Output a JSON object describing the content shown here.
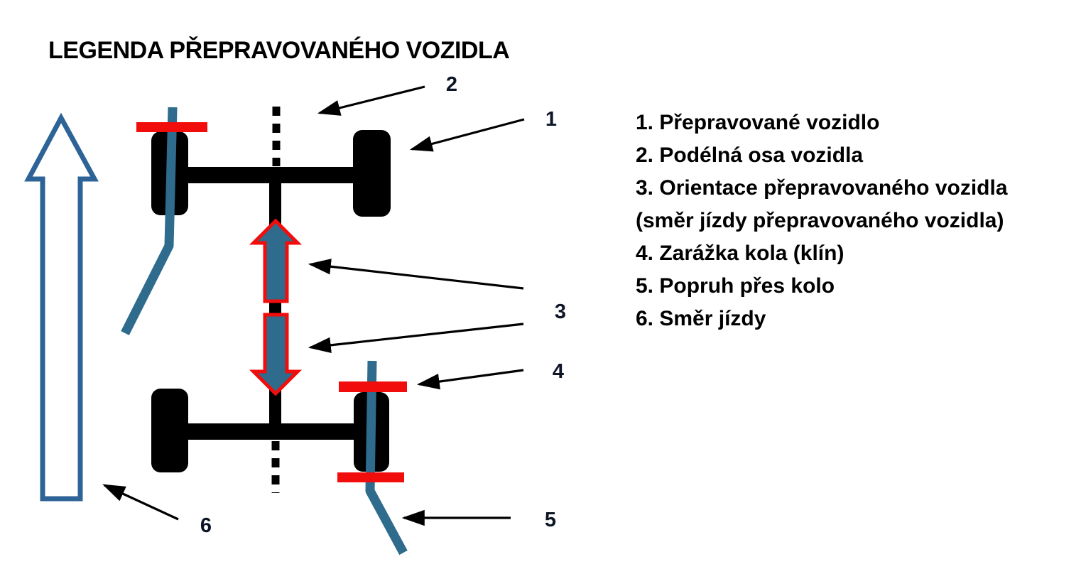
{
  "title": "LEGENDA PŘEPRAVOVANÉHO VOZIDLA",
  "legend": {
    "lines": [
      "1. Přepravované vozidlo",
      "2. Podélná osa vozidla",
      "3. Orientace přepravovaného vozidla",
      "(směr jízdy přepravovaného vozidla)",
      "4. Zarážka kola (klín)",
      "5. Popruh přes kolo",
      "6. Směr jízdy"
    ]
  },
  "callouts": [
    "1",
    "2",
    "3",
    "4",
    "5",
    "6"
  ],
  "colors": {
    "diagram_black": "#000000",
    "chock_red": "#f20d0d",
    "strap_blue": "#2e6b8c",
    "direction_arrow_outline_blue": "#2d6396",
    "callout_ink": "#0d1526"
  }
}
